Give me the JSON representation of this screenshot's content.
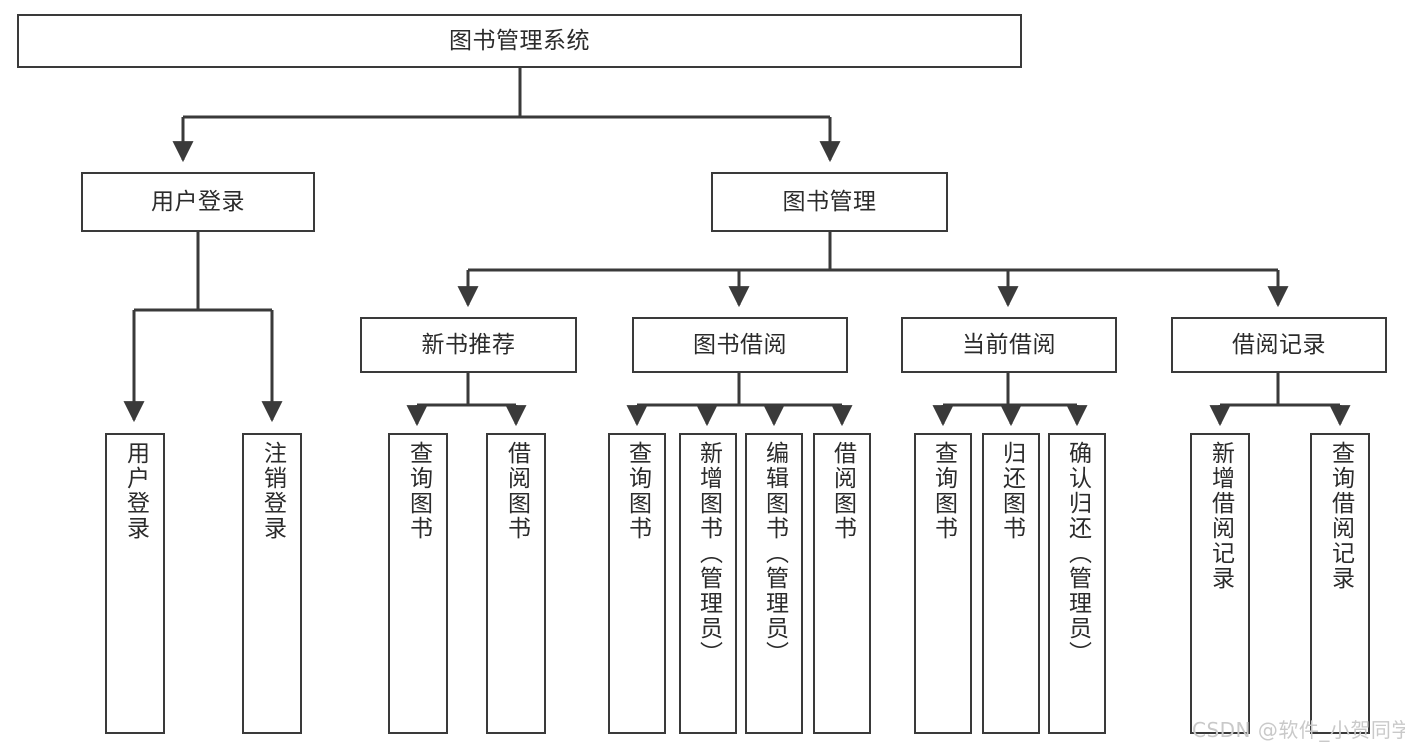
{
  "diagram": {
    "title": "图书管理系统",
    "type": "tree-hierarchy",
    "watermark": "CSDN @软件_小贺同学",
    "colors": {
      "line": "#3a3a3a",
      "box_border": "#3a3a3a",
      "box_fill": "#ffffff",
      "text": "#2b2b2b",
      "watermark": "#c9c9c9",
      "background": "#ffffff"
    },
    "root": {
      "label": "图书管理系统"
    },
    "level1": [
      {
        "label": "用户登录"
      },
      {
        "label": "图书管理"
      }
    ],
    "level2": [
      {
        "label": "新书推荐"
      },
      {
        "label": "图书借阅"
      },
      {
        "label": "当前借阅"
      },
      {
        "label": "借阅记录"
      }
    ],
    "leaves": {
      "user_login": [
        {
          "label": "用户登录"
        },
        {
          "label": "注销登录"
        }
      ],
      "new_book_recommend": [
        {
          "label": "查询图书"
        },
        {
          "label": "借阅图书"
        }
      ],
      "book_borrow": [
        {
          "label": "查询图书"
        },
        {
          "label": "新增图书（管理员）"
        },
        {
          "label": "编辑图书（管理员）"
        },
        {
          "label": "借阅图书"
        }
      ],
      "current_borrow": [
        {
          "label": "查询图书"
        },
        {
          "label": "归还图书"
        },
        {
          "label": "确认归还（管理员）"
        }
      ],
      "borrow_record": [
        {
          "label": "新增借阅记录"
        },
        {
          "label": "查询借阅记录"
        }
      ]
    }
  }
}
